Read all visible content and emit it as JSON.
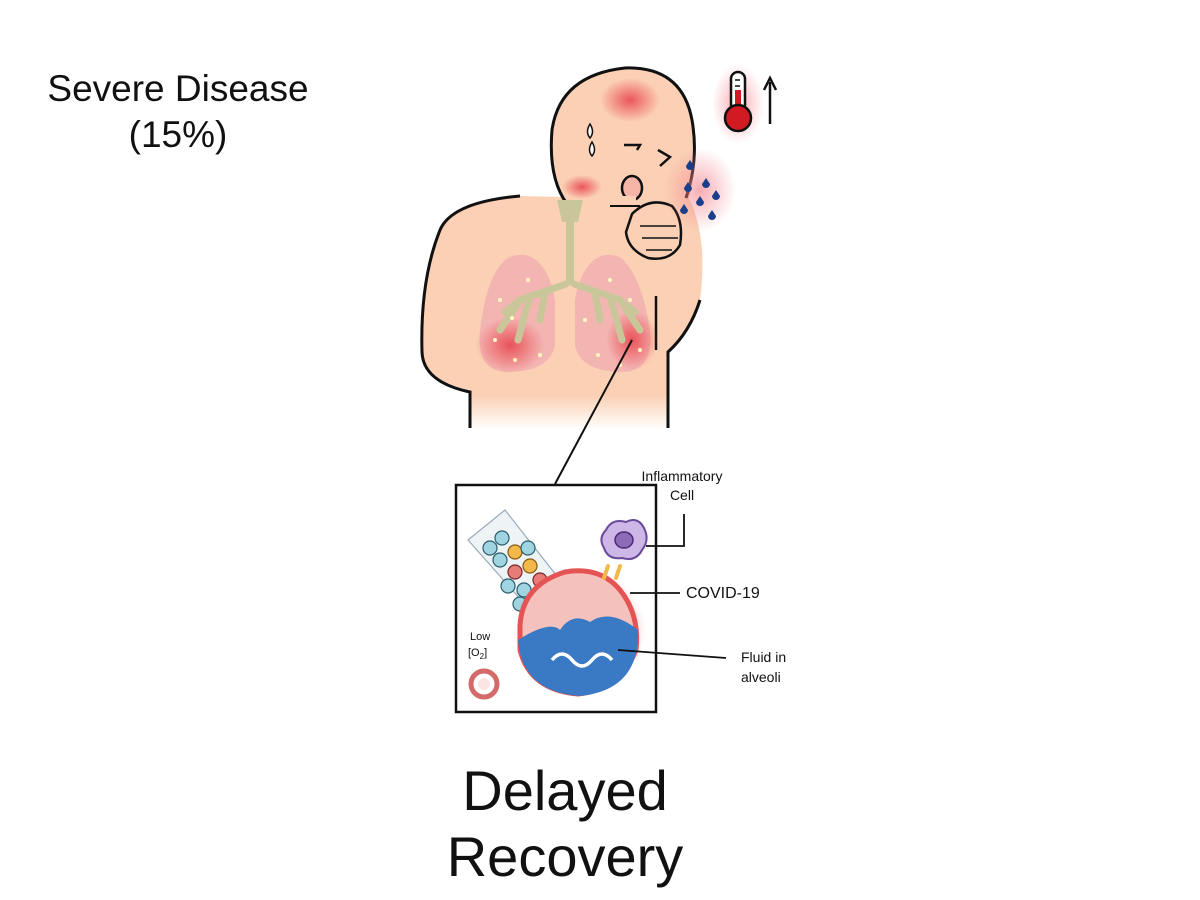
{
  "title": {
    "line1": "Severe Disease",
    "line2": "(15%)"
  },
  "outcome": {
    "line1": "Delayed",
    "line2": "Recovery"
  },
  "inset": {
    "label_inflammatory_line1": "Inflammatory",
    "label_inflammatory_line2": "Cell",
    "label_virus": "COVID-19",
    "label_fluid_line1": "Fluid in",
    "label_fluid_line2": "alveoli",
    "label_oxygen_line1": "Low",
    "label_oxygen_line2": "[O",
    "label_oxygen_sub": "2",
    "label_oxygen_close": "]"
  },
  "icons": [
    "person-figure-icon",
    "thermometer-icon",
    "arrow-up-icon",
    "lungs-icon",
    "droplets-icon",
    "alveolus-icon",
    "inflammatory-cell-icon",
    "red-blood-cell-icon"
  ],
  "colors": {
    "skin": "#fbd0b4",
    "outline": "#111111",
    "inflammation": "#e8404a",
    "airway": "#c9c79a",
    "fluid": "#3a79c4",
    "cell": "#8e6bb5",
    "droplet": "#1a3e8a"
  }
}
